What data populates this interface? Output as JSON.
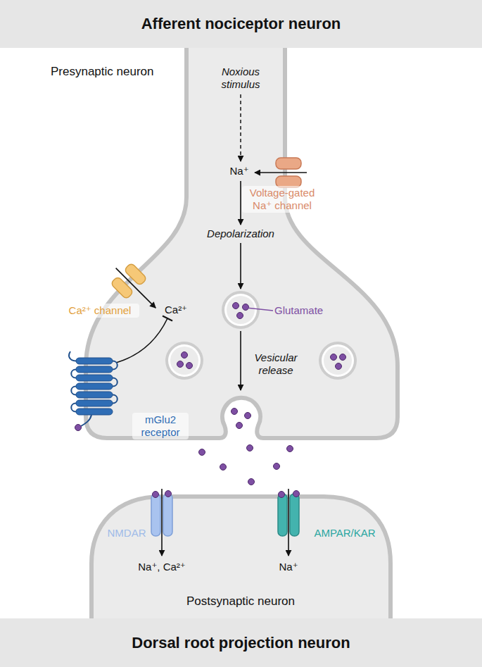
{
  "diagram": {
    "nodes": [
      {
        "text": [
          "Afferent nociceptor neuron"
        ]
      },
      {
        "text": [
          "Presynaptic neuron"
        ]
      },
      {
        "text": [
          "Postsynaptic neuron"
        ]
      },
      {
        "text": [
          "Dorsal root projection neuron"
        ]
      }
    ],
    "labels": [
      "Noxious stimulus",
      "Na⁺",
      "Voltage-gated Na⁺ channel",
      "Depolarization",
      "Ca²⁺ channel",
      "Ca²⁺",
      "Glutamate",
      "Vesicular release",
      "mGlu2 receptor",
      "NMDAR",
      "AMPAR/KAR",
      "Na⁺, Ca²⁺",
      "Na⁺"
    ]
  }
}
